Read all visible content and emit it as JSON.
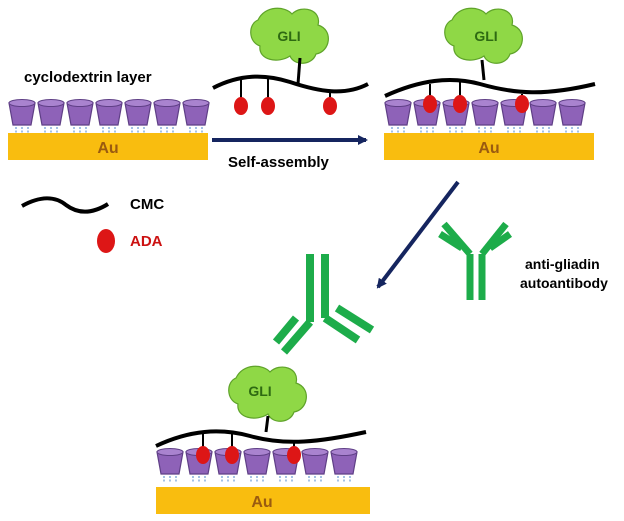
{
  "labels": {
    "cyclodextrin_layer": "cyclodextrin layer",
    "self_assembly": "Self-assembly",
    "cmc": "CMC",
    "ada": "ADA",
    "antibody_line1": "anti-gliadin",
    "antibody_line2": "autoantibody"
  },
  "electrodes": [
    "Au",
    "Au",
    "Au"
  ],
  "gli": [
    "GLI",
    "GLI",
    "GLI"
  ],
  "colors": {
    "gold": "#f9bd0f",
    "gold_text": "#9a5b10",
    "cyclodextrin": "#8e62b8",
    "cyclodextrin_dark": "#5f3f86",
    "ada": "#dd1616",
    "gli": "#8fd846",
    "antibody": "#1dac4a",
    "arrow": "#15255f",
    "ada_text": "#cc1111"
  }
}
